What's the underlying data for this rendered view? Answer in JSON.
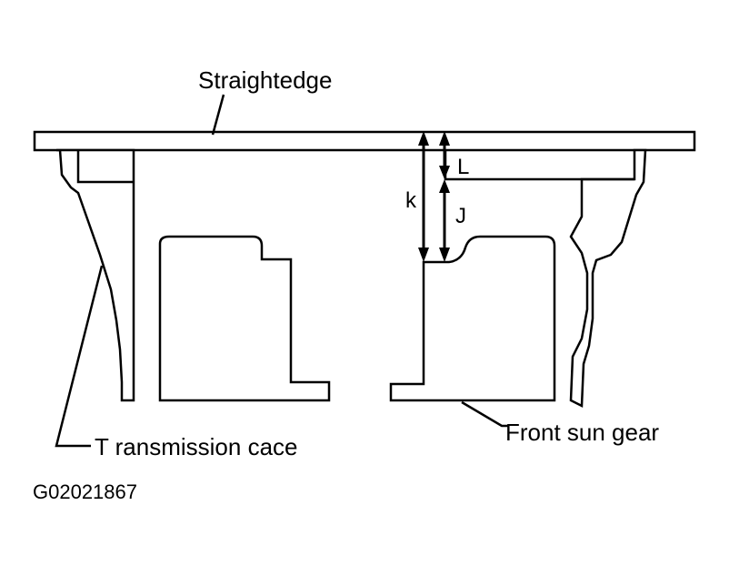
{
  "labels": {
    "straightedge": "Straightedge",
    "transmission_case": "T ransmission cace",
    "front_sun_gear": "Front sun gear",
    "dim_k": "k",
    "dim_l": "L",
    "dim_j": "J",
    "figure_id": "G02021867"
  }
}
